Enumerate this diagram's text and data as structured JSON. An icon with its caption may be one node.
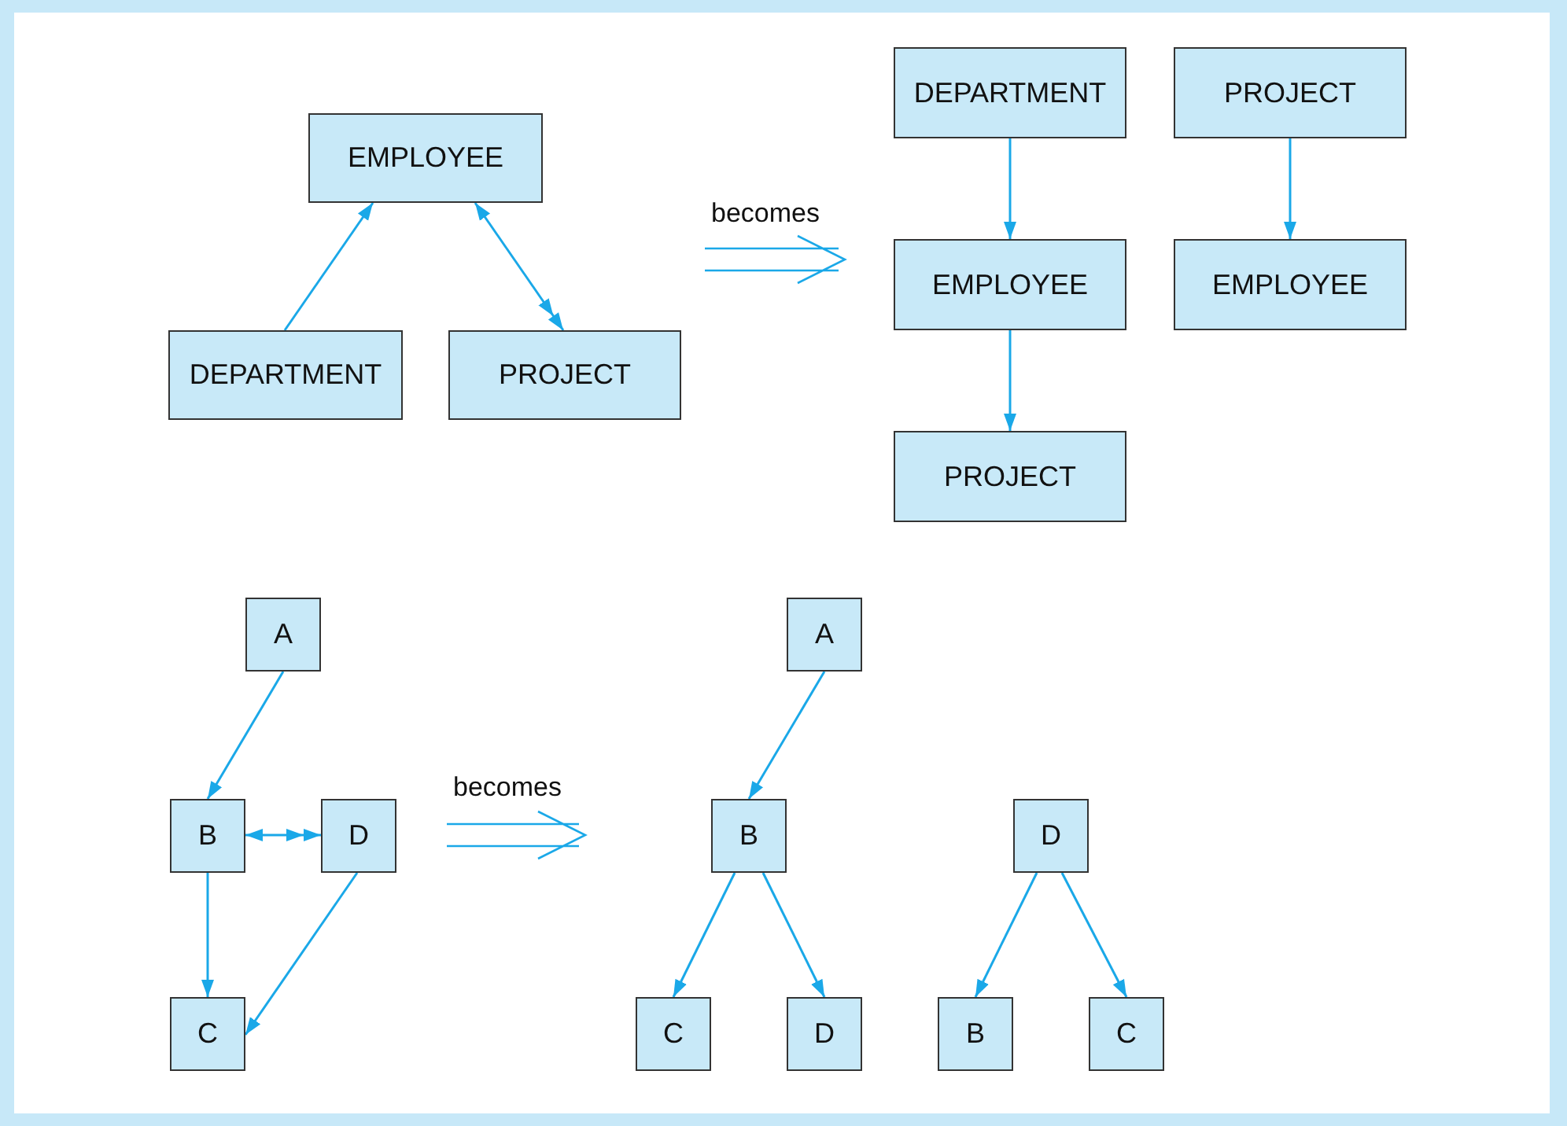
{
  "diagram": {
    "nodes": [
      {
        "text": [
          "EMPLOYEE"
        ]
      },
      {
        "text": [
          "DEPARTMENT"
        ]
      },
      {
        "text": [
          "PROJECT"
        ]
      },
      {
        "text": [
          "DEPARTMENT"
        ]
      },
      {
        "text": [
          "PROJECT"
        ]
      },
      {
        "text": [
          "EMPLOYEE"
        ]
      },
      {
        "text": [
          "EMPLOYEE"
        ]
      },
      {
        "text": [
          "PROJECT"
        ]
      },
      {
        "text": [
          "A"
        ]
      },
      {
        "text": [
          "B"
        ]
      },
      {
        "text": [
          "D"
        ]
      },
      {
        "text": [
          "C"
        ]
      },
      {
        "text": [
          "A"
        ]
      },
      {
        "text": [
          "B"
        ]
      },
      {
        "text": [
          "D"
        ]
      },
      {
        "text": [
          "C"
        ]
      },
      {
        "text": [
          "D"
        ]
      },
      {
        "text": [
          "B"
        ]
      },
      {
        "text": [
          "C"
        ]
      }
    ],
    "edges": [
      {
        "from": 1,
        "to": 0,
        "arrow": "to"
      },
      {
        "from": 0,
        "to": 2,
        "arrow": "both"
      },
      {
        "from": 3,
        "to": 5,
        "arrow": "to"
      },
      {
        "from": 5,
        "to": 7,
        "arrow": "to"
      },
      {
        "from": 4,
        "to": 6,
        "arrow": "to"
      },
      {
        "from": 8,
        "to": 9,
        "arrow": "to"
      },
      {
        "from": 9,
        "to": 10,
        "arrow": "both"
      },
      {
        "from": 9,
        "to": 11,
        "arrow": "to"
      },
      {
        "from": 10,
        "to": 11,
        "arrow": "to"
      },
      {
        "from": 12,
        "to": 13,
        "arrow": "to"
      },
      {
        "from": 13,
        "to": 15,
        "arrow": "to"
      },
      {
        "from": 13,
        "to": 16,
        "arrow": "to"
      },
      {
        "from": 14,
        "to": 17,
        "arrow": "to"
      },
      {
        "from": 14,
        "to": 18,
        "arrow": "to"
      }
    ],
    "labels": [
      "becomes",
      "becomes"
    ]
  }
}
